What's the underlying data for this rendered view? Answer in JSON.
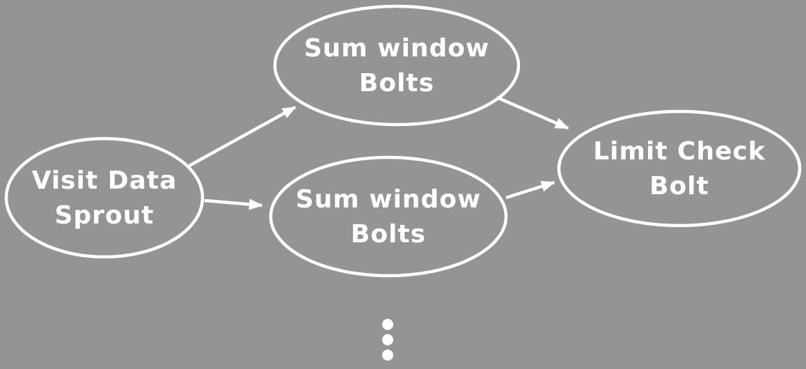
{
  "diagram": {
    "type": "topology-graph",
    "colors": {
      "background": "#949494",
      "node_stroke": "#ffffff",
      "edge_stroke": "#ffffff",
      "text": "#ffffff"
    },
    "nodes": {
      "sprout": {
        "line1": "Visit Data",
        "line2": "Sprout"
      },
      "bolt_top": {
        "line1": "Sum window",
        "line2": "Bolts"
      },
      "bolt_mid": {
        "line1": "Sum window",
        "line2": "Bolts"
      },
      "limit_bolt": {
        "line1": "Limit Check",
        "line2": "Bolt"
      }
    },
    "edges": [
      {
        "from": "sprout",
        "to": "bolt_top"
      },
      {
        "from": "sprout",
        "to": "bolt_mid"
      },
      {
        "from": "bolt_top",
        "to": "limit_bolt"
      },
      {
        "from": "bolt_mid",
        "to": "limit_bolt"
      }
    ],
    "ellipsis_dots": 3
  }
}
